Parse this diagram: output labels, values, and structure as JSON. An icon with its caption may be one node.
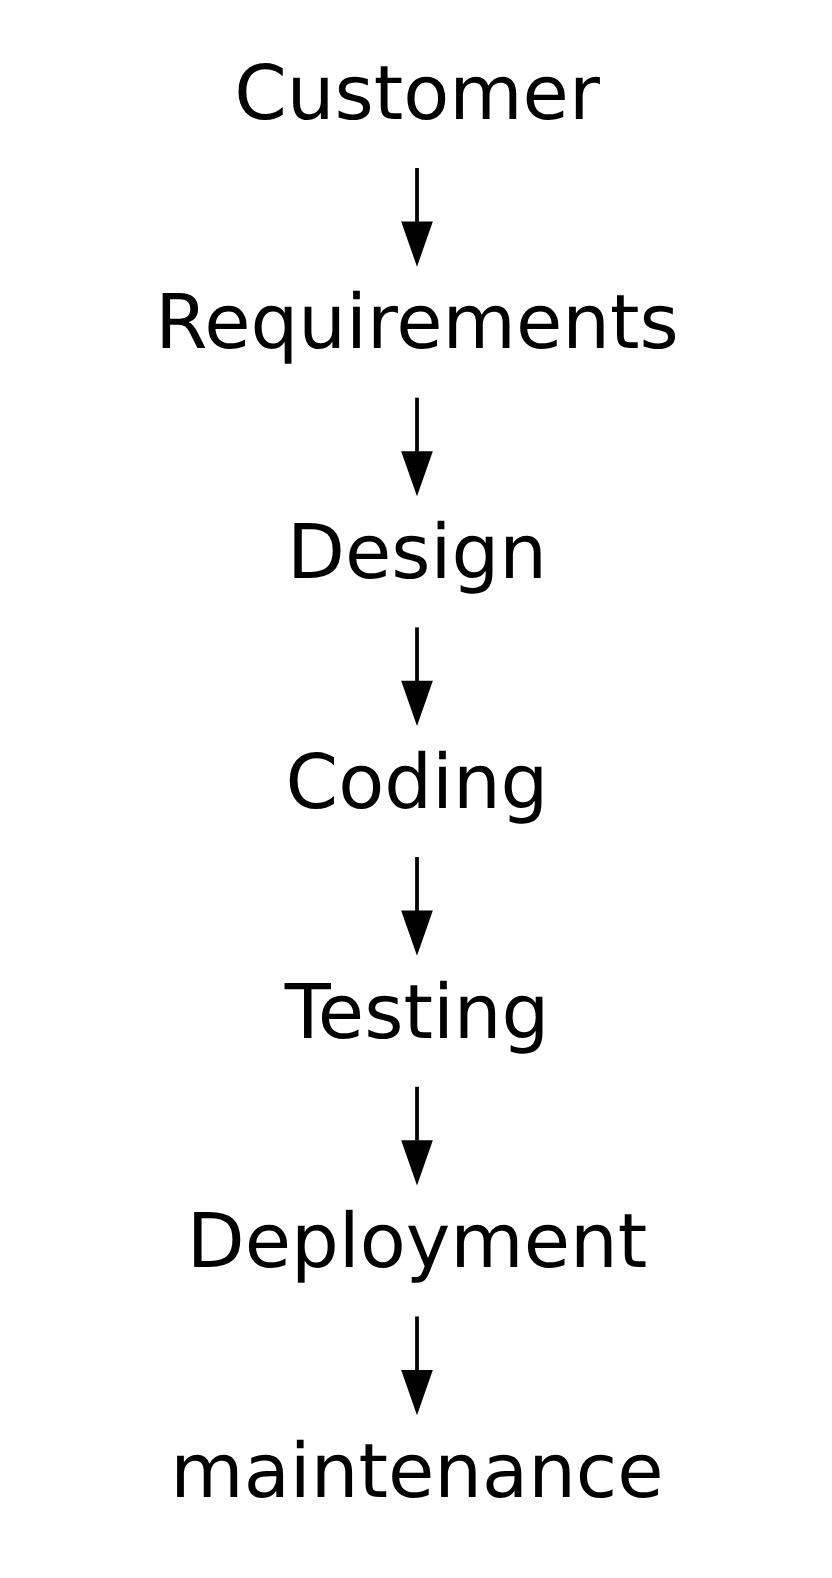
{
  "diagram": {
    "nodes": [
      {
        "text": [
          "Customer"
        ]
      },
      {
        "text": [
          "Requirements"
        ]
      },
      {
        "text": [
          "Design"
        ]
      },
      {
        "text": [
          "Coding"
        ]
      },
      {
        "text": [
          "Testing"
        ]
      },
      {
        "text": [
          "Deployment"
        ]
      },
      {
        "text": [
          "maintenance"
        ]
      }
    ],
    "edges": [
      {
        "from": 0,
        "to": 1,
        "arrow": "to"
      },
      {
        "from": 1,
        "to": 2,
        "arrow": "to"
      },
      {
        "from": 2,
        "to": 3,
        "arrow": "to"
      },
      {
        "from": 3,
        "to": 4,
        "arrow": "to"
      },
      {
        "from": 4,
        "to": 5,
        "arrow": "to"
      },
      {
        "from": 5,
        "to": 6,
        "arrow": "to"
      }
    ]
  }
}
